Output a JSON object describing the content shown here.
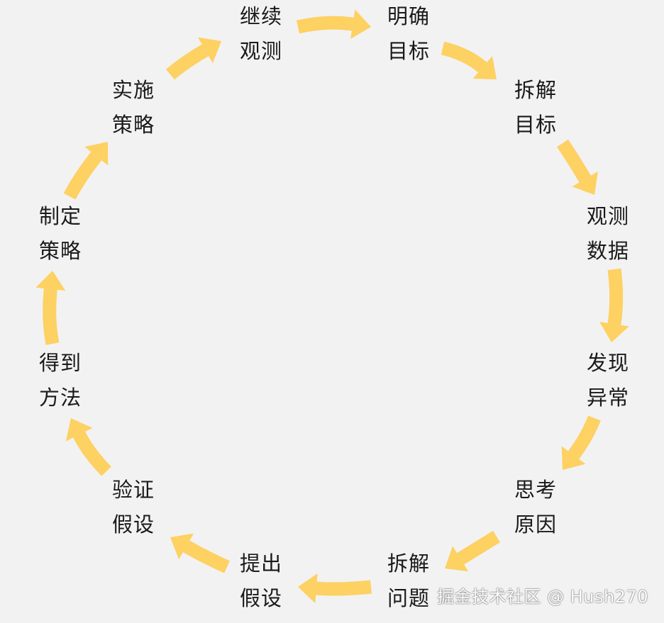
{
  "diagram": {
    "type": "cycle",
    "arrow_color": "#fdd162",
    "nodes": [
      {
        "id": "n1",
        "line1": "明确",
        "line2": "目标"
      },
      {
        "id": "n2",
        "line1": "拆解",
        "line2": "目标"
      },
      {
        "id": "n3",
        "line1": "观测",
        "line2": "数据"
      },
      {
        "id": "n4",
        "line1": "发现",
        "line2": "异常"
      },
      {
        "id": "n5",
        "line1": "思考",
        "line2": "原因"
      },
      {
        "id": "n6",
        "line1": "拆解",
        "line2": "问题"
      },
      {
        "id": "n7",
        "line1": "提出",
        "line2": "假设"
      },
      {
        "id": "n8",
        "line1": "验证",
        "line2": "假设"
      },
      {
        "id": "n9",
        "line1": "得到",
        "line2": "方法"
      },
      {
        "id": "n10",
        "line1": "制定",
        "line2": "策略"
      },
      {
        "id": "n11",
        "line1": "实施",
        "line2": "策略"
      },
      {
        "id": "n12",
        "line1": "继续",
        "line2": "观测"
      }
    ],
    "edges": [
      {
        "from": "n1",
        "to": "n2"
      },
      {
        "from": "n2",
        "to": "n3"
      },
      {
        "from": "n3",
        "to": "n4"
      },
      {
        "from": "n4",
        "to": "n5"
      },
      {
        "from": "n5",
        "to": "n6"
      },
      {
        "from": "n6",
        "to": "n7"
      },
      {
        "from": "n7",
        "to": "n8"
      },
      {
        "from": "n8",
        "to": "n9"
      },
      {
        "from": "n9",
        "to": "n10"
      },
      {
        "from": "n10",
        "to": "n11"
      },
      {
        "from": "n11",
        "to": "n12"
      },
      {
        "from": "n12",
        "to": "n1"
      }
    ]
  },
  "watermark": "掘金技术社区 @ Hush270"
}
